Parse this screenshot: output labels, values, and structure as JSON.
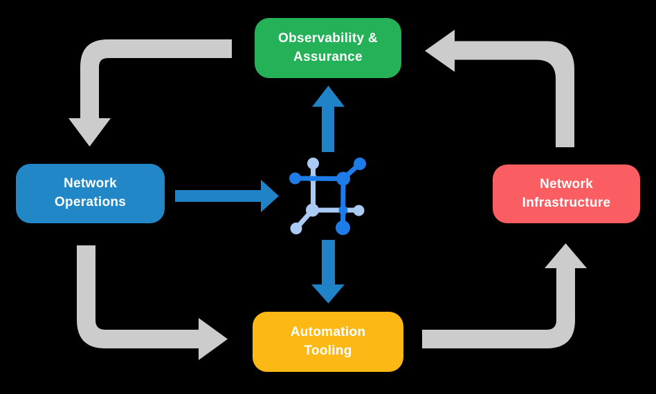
{
  "diagram": {
    "nodes": {
      "observability": {
        "label": "Observability &\nAssurance",
        "color": "#25b158"
      },
      "operations": {
        "label": "Network\nOperations",
        "color": "#2287c7"
      },
      "infrastructure": {
        "label": "Network\nInfrastructure",
        "color": "#fb5e62"
      },
      "automation": {
        "label": "Automation\nTooling",
        "color": "#fcb815"
      }
    },
    "cycle_arrows": [
      {
        "from": "Observability & Assurance",
        "to": "Network Operations",
        "direction": "left-then-down",
        "color": "#cccccc"
      },
      {
        "from": "Network Operations",
        "to": "Automation Tooling",
        "direction": "down-then-right",
        "color": "#cccccc"
      },
      {
        "from": "Automation Tooling",
        "to": "Network Infrastructure",
        "direction": "right-then-up",
        "color": "#cccccc"
      },
      {
        "from": "Network Infrastructure",
        "to": "Observability & Assurance",
        "direction": "up-then-left",
        "color": "#cccccc"
      }
    ],
    "flow_arrows": [
      {
        "from": "Network Operations",
        "to": "center-icon",
        "direction": "right",
        "color": "#2083c8"
      },
      {
        "from": "center-icon",
        "to": "Observability & Assurance",
        "direction": "up",
        "color": "#2083c8"
      },
      {
        "from": "center-icon",
        "to": "Automation Tooling",
        "direction": "down",
        "color": "#2083c8"
      }
    ],
    "center_icon": {
      "name": "network-mesh-icon",
      "dark_color": "#1d7ce8",
      "light_color": "#a9cbf4"
    },
    "text_color": "#ffffff",
    "background": "#000000"
  }
}
